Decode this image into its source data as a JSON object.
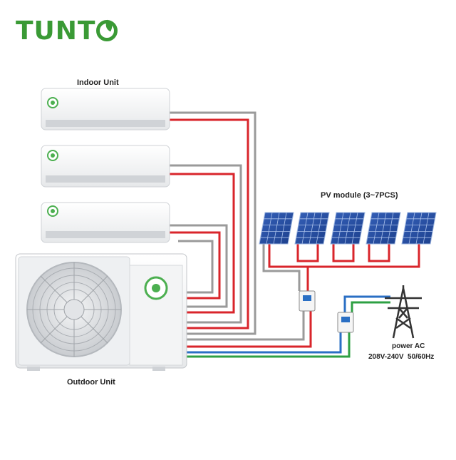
{
  "brand": {
    "logo_text": "TUNT",
    "logo_icon": "leaf-o-icon",
    "color": "#3a9a35"
  },
  "diagram": {
    "indoor_label": "Indoor Unit",
    "outdoor_label": "Outdoor Unit",
    "pv_label": "PV module (3~7PCS)",
    "power_label": "power AC",
    "voltage_label": "208V-240V  50/60Hz",
    "indoor_unit_count": 3,
    "pv_panel_count": 5,
    "wire_colors": {
      "dc_positive": "#d9252b",
      "neutral": "#9a9a9a",
      "ac_line": "#2a6fc4",
      "ground": "#2ea043"
    },
    "unit_icon": "green-swirl-icon",
    "tower_icon": "transmission-tower-icon",
    "breaker_icon": "circuit-breaker-icon"
  }
}
